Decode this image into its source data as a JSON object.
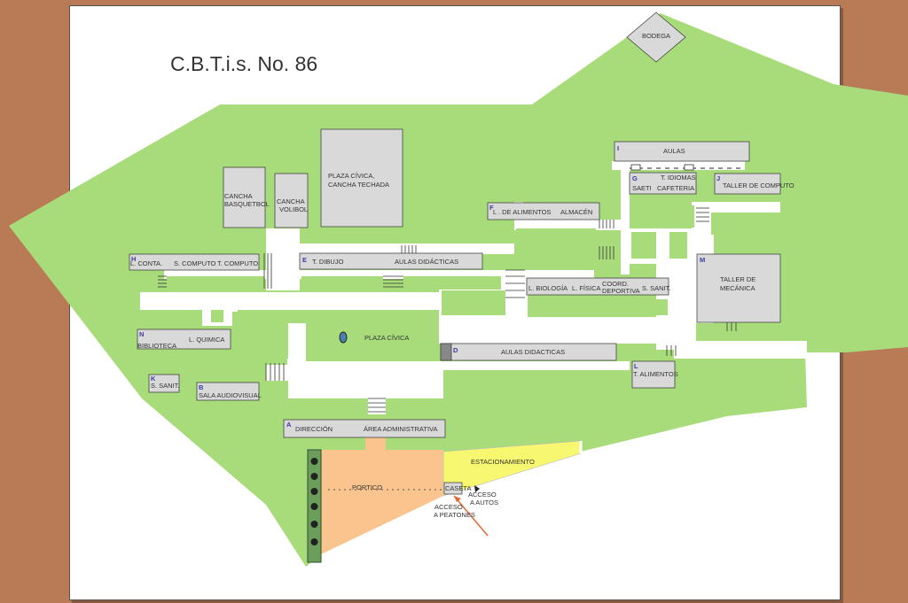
{
  "title": "C.B.T.i.s. No. 86",
  "colors": {
    "background": "#b97a56",
    "green_area": "#a8dc7a",
    "building": "#d9d9d9",
    "portico": "#f9c48e",
    "parking": "#f8f870",
    "accent_letter": "#3a3aa8"
  },
  "letters": {
    "A": "A",
    "B": "B",
    "D": "D",
    "E": "E",
    "F": "F",
    "G": "G",
    "H": "H",
    "I": "I",
    "J": "J",
    "K": "K",
    "L": "L",
    "M": "M",
    "N": "N"
  },
  "labels": {
    "bodega": "BODEGA",
    "cancha_basquetbol_1": "CANCHA",
    "cancha_basquetbol_2": "BASQUETBOL",
    "cancha_volibol_1": "CANCHA",
    "cancha_volibol_2": "VOLIBOL",
    "plaza_techada_1": "PLAZA CÍVICA,",
    "plaza_techada_2": "CANCHA TECHADA",
    "aulas_i": "AULAS",
    "t_idiomas": "T. IDIOMAS",
    "saeti": "SAETI",
    "cafeteria": "CAFETERIA",
    "taller_computo": "TALLER DE COMPUTO",
    "l_alimentos": "L . DE ALIMENTOS",
    "almacen": "ALMACÉN",
    "l_conta": "L. CONTA.",
    "s_computo": "S. COMPUTO",
    "t_computo": "T. COMPUTO",
    "t_dibujo": "T. DIBUJO",
    "aulas_didacticas_e": "AULAS DIDÁCTICAS",
    "l_biologia": "L. BIOLOGÍA",
    "l_fisica": "L. FÍSICA",
    "coord_1": "COORD.",
    "coord_2": "DEPORTIVA",
    "s_sanit_c": "S. SANIT.",
    "taller_mecanica_1": "TALLER DE",
    "taller_mecanica_2": "MECÁNICA",
    "l_quimica": "L. QUIMICA",
    "biblioteca": "BIBLIOTECA",
    "plaza_civica": "PLAZA CÍVICA",
    "aulas_didacticas_d": "AULAS DIDACTICAS",
    "t_alimentos": "T. ALIMENTOS",
    "s_sanit_k": "S. SANIT.",
    "sala_audiovisual": "SALA AUDIOVISUAL",
    "direccion": "DIRECCIÓN",
    "area_administrativa": "ÁREA ADMINISTRATIVA",
    "estacionamiento": "ESTACIONAMIENTO",
    "portico": "PORTICO",
    "caseta": "CASETA",
    "acceso_autos_1": "ACCESO",
    "acceso_autos_2": "A AUTOS",
    "acceso_peatones_1": "ACCESO",
    "acceso_peatones_2": "A PEATONES"
  }
}
